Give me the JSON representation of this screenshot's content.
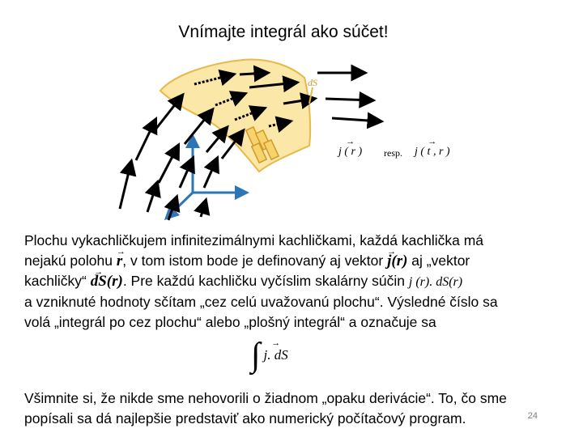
{
  "slide": {
    "title": "Vnímajte integrál ako súčet!",
    "page_number": "24"
  },
  "figure": {
    "top_formula_j": "j ( r )",
    "top_formula_resp": "resp.",
    "top_formula_jt": "j ( t , r )",
    "surface_vector_label": "dS",
    "colors": {
      "surface_fill": "#fbe7a7",
      "surface_stroke": "#e8b94a",
      "axes": "#2e75b6",
      "arrows": "#000000"
    }
  },
  "paragraph1": {
    "line1": "Plochu vykachličkujem infinitezimálnymi kachličkami, každá kachlička má",
    "line2_a": "nejakú polohu ",
    "line2_r": "r",
    "line2_b": ", v tom istom bode je definovaný aj vektor ",
    "line2_j": "j",
    "line2_jr": "(r)",
    "line2_c": " aj „vektor",
    "line3_a": "kachličky“ ",
    "line3_ds": "dS",
    "line3_dsr": "(r)",
    "line3_b": ". Pre každú kachličku vyčíslim skalárny súčin ",
    "line3_prod": "j (r). dS(r)",
    "line4": "a vzniknuté hodnoty sčítam „cez celú uvažovanú plochu“. Výsledné číslo sa",
    "line5": "volá „integrál po cez plochu“ alebo „plošný integrál“ a označuje sa"
  },
  "integral": {
    "sign": "∫",
    "expression": "j. dS"
  },
  "paragraph2": {
    "line1": "Všimnite si, že nikde sme nehovorili o žiadnom „opaku derivácie“. To, čo sme",
    "line2": "popísali  sa dá najlepšie predstaviť ako numerický počítačový program."
  }
}
